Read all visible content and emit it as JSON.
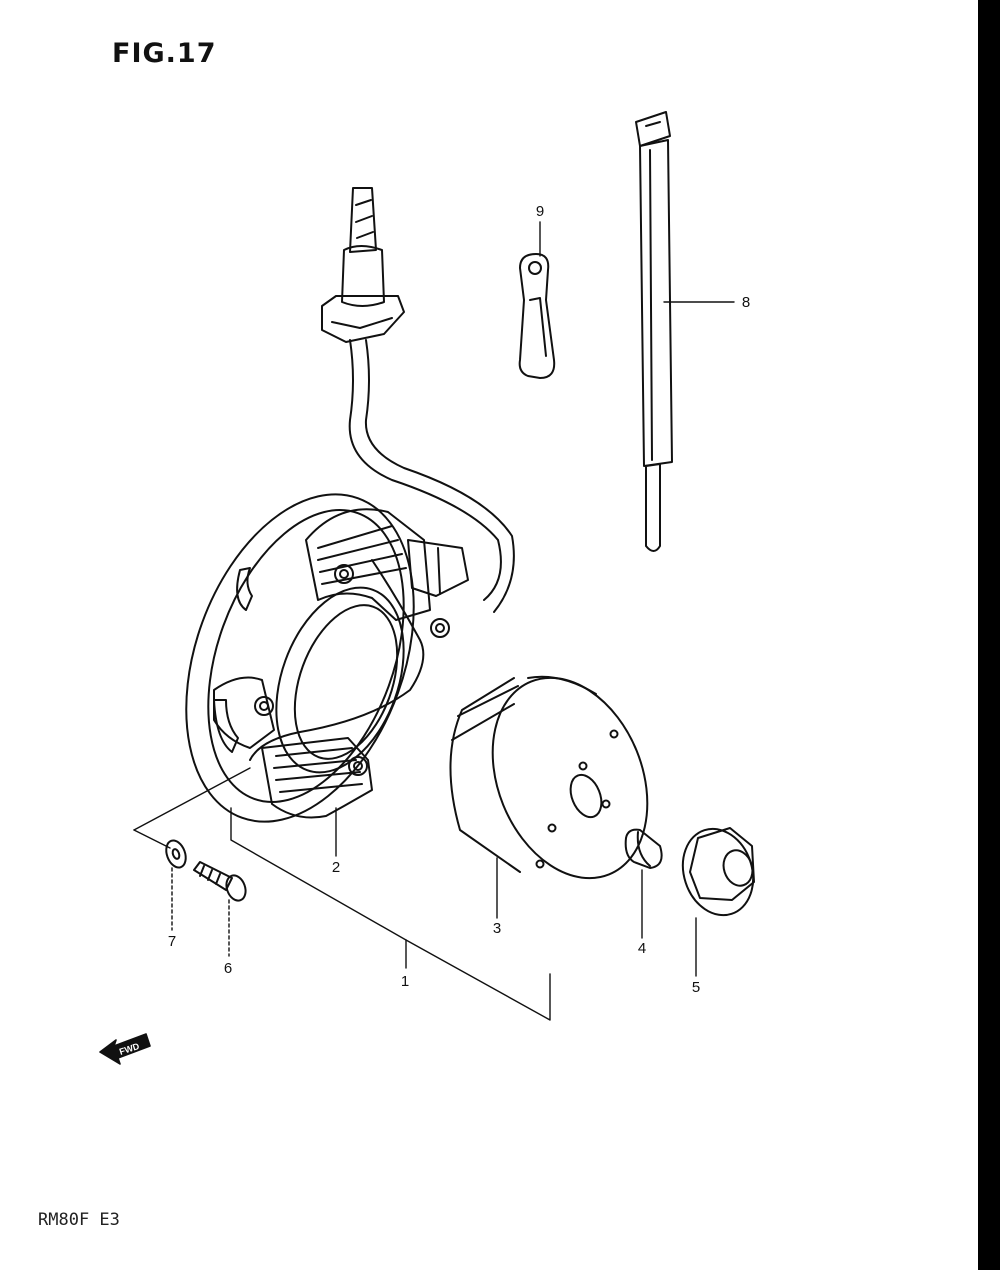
{
  "figure": {
    "title": "FIG.17",
    "model_code": "RM80F  E3",
    "fwd_label": "FWD"
  },
  "callouts": [
    {
      "number": "1",
      "part": "stator-assembly"
    },
    {
      "number": "2",
      "part": "stator-coil"
    },
    {
      "number": "3",
      "part": "flywheel-rotor"
    },
    {
      "number": "4",
      "part": "woodruff-key"
    },
    {
      "number": "5",
      "part": "flange-nut"
    },
    {
      "number": "6",
      "part": "screw"
    },
    {
      "number": "7",
      "part": "washer"
    },
    {
      "number": "8",
      "part": "cable-tie"
    },
    {
      "number": "9",
      "part": "wire-clamp"
    }
  ],
  "colors": {
    "ink": "#111111",
    "page": "#ffffff",
    "bar": "#000000"
  }
}
